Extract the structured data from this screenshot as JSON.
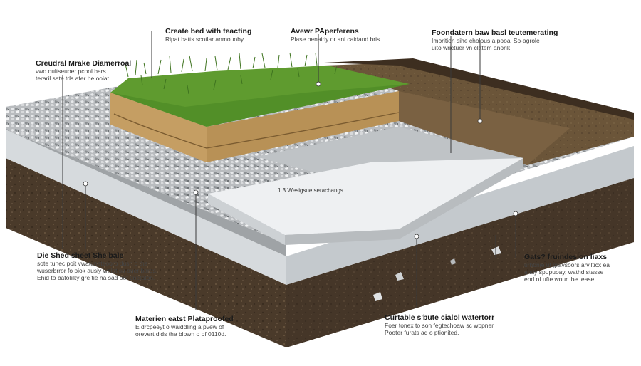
{
  "colors": {
    "grass": "#5f9b2f",
    "grass_dark": "#3f7420",
    "sand": "#c9a46a",
    "soil": "#5a4632",
    "gravel": "#bfc2c4",
    "membrane": "#d4d8dc",
    "concrete": "#e9ecee"
  },
  "labels": {
    "create_bed": {
      "title": "Create bed with teacting",
      "desc": [
        "Ripat batts scotlar anmouoby"
      ]
    },
    "avewr_paper": {
      "title": "Avewr PAperferens",
      "desc": [
        "Plase benairly or ani caidand bris"
      ]
    },
    "foundation": {
      "title": "Foondatern baw basl teutemerating",
      "desc": [
        "Imorition sihe cholous a pooal So-agrole",
        "uito wrictuer vn clatem anorik"
      ]
    },
    "crendral": {
      "title": "Creudral Mrake Diamerroal",
      "desc": [
        "vwo oultseuoer pcool bars",
        "teraril sate tds afer he ooiat."
      ]
    },
    "slab": {
      "title": "1.3 Wesigsue seracbangs"
    },
    "die_shed": {
      "title": "Die Shed sheet She bale",
      "desc": [
        "sote tunec poit vwatuneteooro dush o the",
        "wuserbrror fo piok ausiy walot sa ouer bards.",
        "Ehid to batoliiky gre tie ha sad oot dnetaton."
      ]
    },
    "gats": {
      "title": "Gats? fruindesion liaxs",
      "desc": [
        "urhonie ut gravsoors arvilticx ea",
        "andy spupuoay, wathd stasse",
        "end of ufte wour the tease."
      ]
    },
    "materien": {
      "title": "Materien eatst Plataproofed",
      "desc": [
        "E drcpeeyt o waiddling a pvew of",
        "orevert dids the blown o of 0110d."
      ]
    },
    "curtable": {
      "title": "Curtable s'bute cialol watertorr",
      "desc": [
        "Foer tonex to son fegtechoaw sc wppner",
        "Pooter furats ad o ptionited."
      ]
    }
  }
}
